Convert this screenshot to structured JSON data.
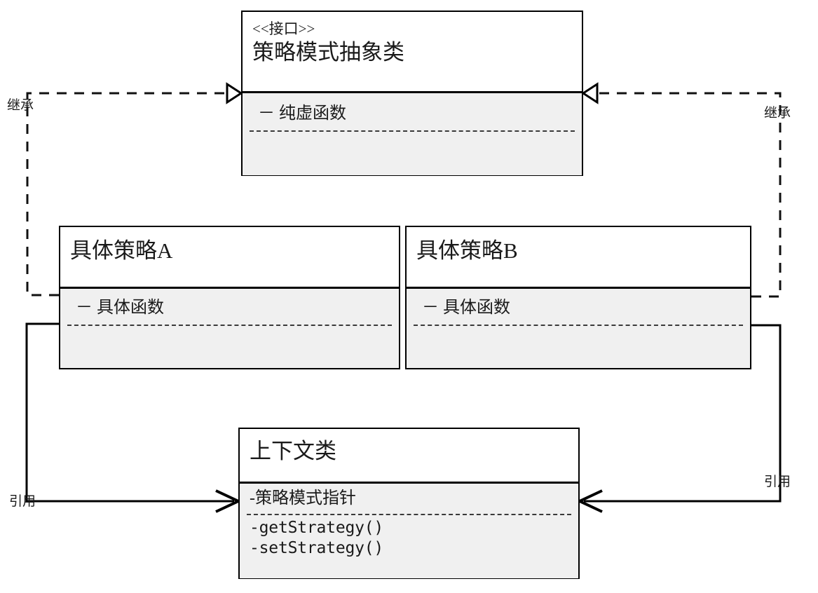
{
  "diagram": {
    "title": "Strategy Pattern UML Class Diagram",
    "background": "#ffffff",
    "line_color": "#000000",
    "body_fill": "#f0f0f0",
    "head_fill": "#ffffff"
  },
  "classes": {
    "abstract_strategy": {
      "stereotype": "<<接口>>",
      "name": "策略模式抽象类",
      "attributes": [
        "－ 纯虚函数"
      ],
      "methods": []
    },
    "concrete_a": {
      "stereotype": "",
      "name": "具体策略A",
      "attributes": [
        "－ 具体函数"
      ],
      "methods": []
    },
    "concrete_b": {
      "stereotype": "",
      "name": "具体策略B",
      "attributes": [
        "－ 具体函数"
      ],
      "methods": []
    },
    "context": {
      "stereotype": "",
      "name": "上下文类",
      "attributes": [
        "-策略模式指针"
      ],
      "methods": [
        "-getStrategy()",
        "-setStrategy()"
      ]
    }
  },
  "edges": {
    "inherit_left_label": "继承",
    "inherit_right_label": "继承",
    "reference_left_label": "引用",
    "reference_right_label": "引用"
  }
}
